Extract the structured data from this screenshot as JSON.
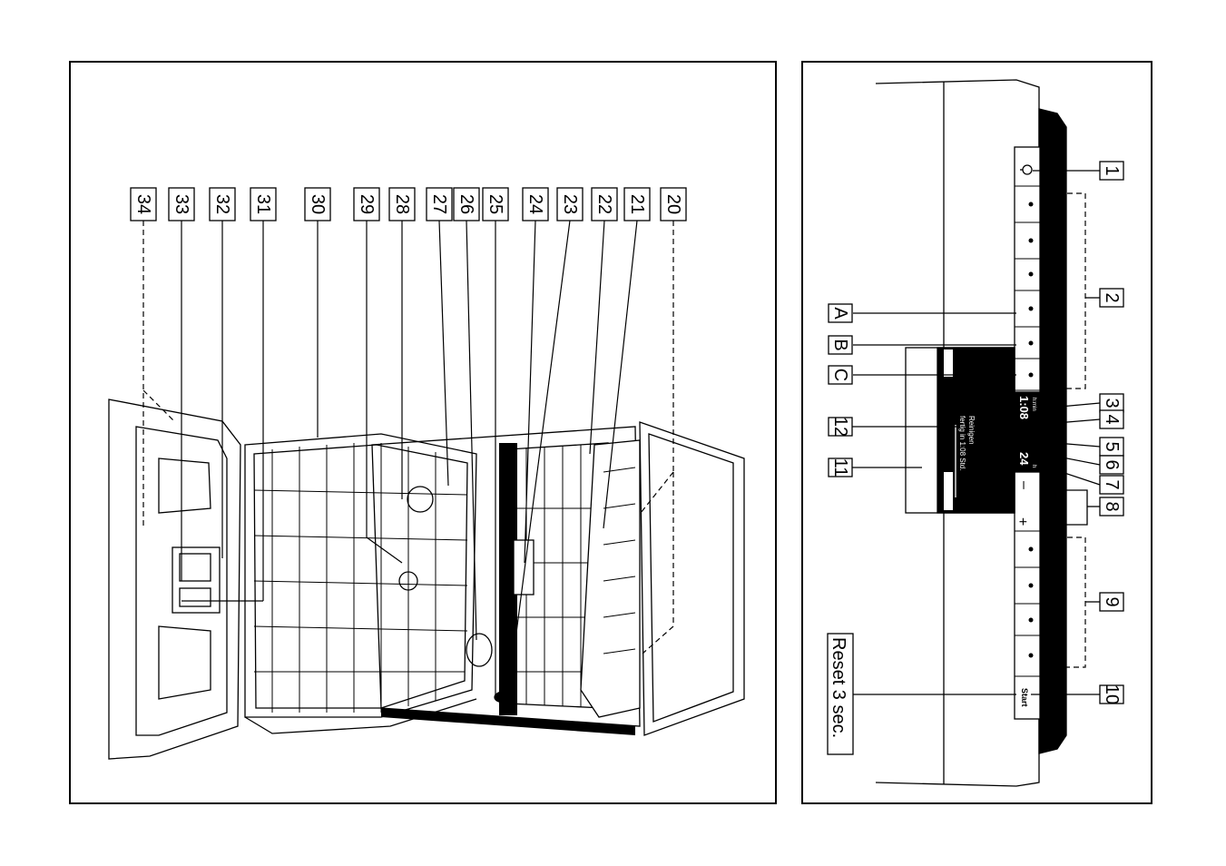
{
  "left_callouts": [
    "34",
    "33",
    "32",
    "31",
    "30",
    "29",
    "28",
    "27",
    "26",
    "25",
    "24",
    "23",
    "22",
    "21",
    "20"
  ],
  "right_callouts": {
    "numbers": [
      "1",
      "2",
      "3",
      "4",
      "5",
      "6",
      "7",
      "8",
      "9",
      "10",
      "11",
      "12"
    ],
    "letters": [
      "A",
      "B",
      "C"
    ],
    "reset_label": "Reset 3 sec."
  },
  "control_panel": {
    "start_label": "Start",
    "display_time": "1:08",
    "display_unit": "h:min",
    "display_time2": "24",
    "display_time2_unit": "h",
    "minus_label": "–",
    "plus_label": "+",
    "info_text_line1": "Reinigen",
    "info_text_line2": "fertig in 1:08 Std."
  }
}
